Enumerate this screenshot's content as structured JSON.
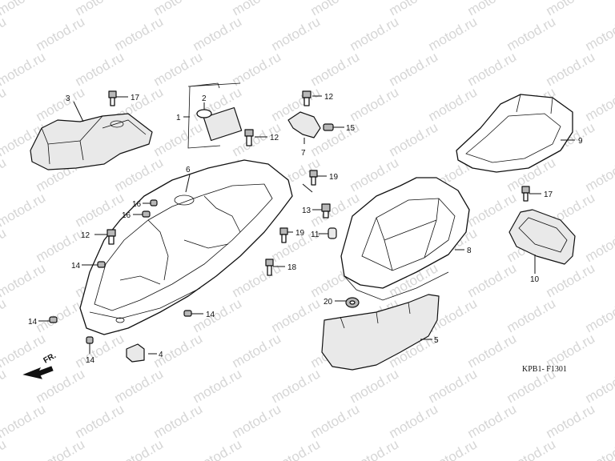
{
  "watermark": "motod.ru",
  "diagram_code": "KPB1- F1301",
  "direction_label": "FR.",
  "callouts": {
    "c1": "1",
    "c2": "2",
    "c3": "3",
    "c4": "4",
    "c5": "5",
    "c6": "6",
    "c7": "7",
    "c8": "8",
    "c9": "9",
    "c10": "10",
    "c11": "11",
    "c12a": "12",
    "c12b": "12",
    "c12c": "12",
    "c13": "13",
    "c14a": "14",
    "c14b": "14",
    "c14c": "14",
    "c14d": "14",
    "c15": "15",
    "c16a": "16",
    "c16b": "16",
    "c17a": "17",
    "c17b": "17",
    "c18": "18",
    "c19a": "19",
    "c19b": "19",
    "c20": "20"
  }
}
